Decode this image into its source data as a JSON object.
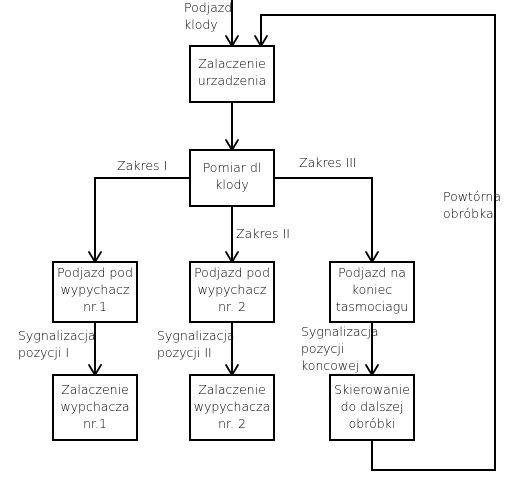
{
  "colors": {
    "stroke": "#000000",
    "background": "#ffffff"
  },
  "nodes": {
    "start": [
      "Zalaczenie",
      "urzadzenia"
    ],
    "measure": [
      "Pomiar dl",
      "klody"
    ],
    "move1": [
      "Podjazd pod",
      "wypychacz",
      "nr.1"
    ],
    "move2": [
      "Podjazd pod",
      "wypychacz",
      "nr. 2"
    ],
    "move3": [
      "Podjazd na",
      "koniec",
      "tasmociagu"
    ],
    "push1": [
      "Zalaczenie",
      "wypchacza",
      "nr.1"
    ],
    "push2": [
      "Zalaczenie",
      "wypychacza",
      "nr. 2"
    ],
    "redirect": [
      "Skierowanie",
      "do dalszej",
      "obróbki"
    ]
  },
  "edge_labels": {
    "entry": [
      "Podjazd",
      "klody"
    ],
    "range1": "Zakres I",
    "range2": "Zakres II",
    "range3": "Zakres III",
    "signal1": [
      "Sygnalizacja",
      "pozycji I"
    ],
    "signal2": [
      "Sygnalizacja",
      "pozycji II"
    ],
    "signal3": [
      "Sygnalizacja",
      "pozycji",
      "koncowej"
    ],
    "repeat": [
      "Powtórna",
      "obróbka"
    ]
  }
}
